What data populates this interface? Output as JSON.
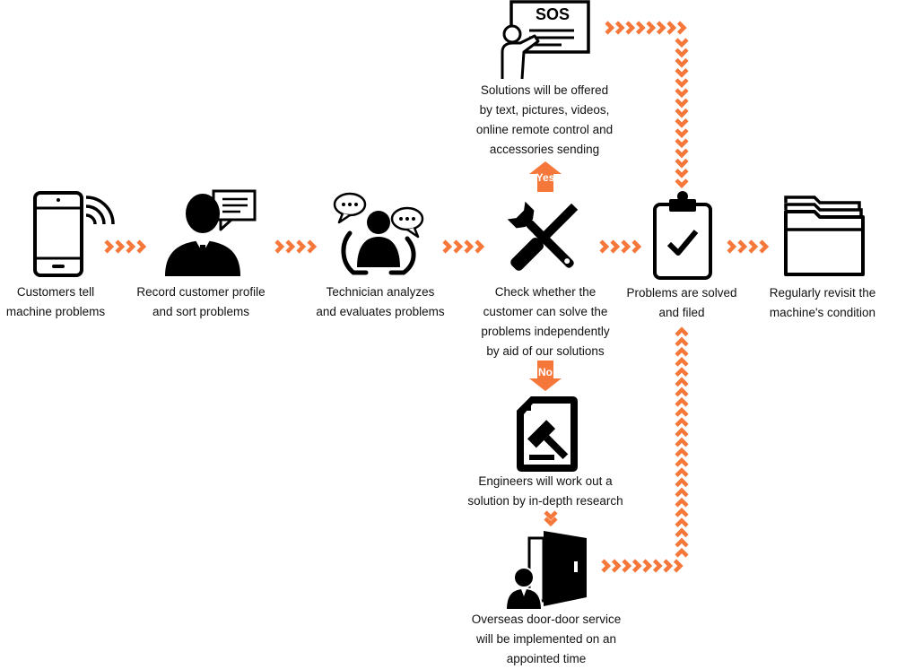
{
  "accent_color": "#F5783A",
  "icon_color": "#000000",
  "steps": {
    "customers_tell": "Customers tell\nmachine problems",
    "record_profile": "Record customer profile\nand sort problems",
    "technician": "Technician analyzes\nand evaluates problems",
    "check": "Check whether the\ncustomer can solve the\nproblems independently\nby aid of our solutions",
    "solved": "Problems are solved\nand filed",
    "revisit": "Regularly revisit the\nmachine's condition",
    "solutions": "Solutions will be offered\nby text, pictures, videos,\nonline remote control and\naccessories sending",
    "engineers": "Engineers will work out a\nsolution by in-depth research",
    "door_service": "Overseas door-door service\nwill be implemented on an\nappointed time"
  },
  "sos_text": "SOS",
  "branches": {
    "yes": "Yes",
    "no": "No"
  },
  "icons": {
    "phone": "smartphone-signal-icon",
    "profile": "businessman-message-icon",
    "technician": "technician-call-icon",
    "tools": "wrench-screwdriver-icon",
    "clipboard": "clipboard-check-icon",
    "folder": "folder-icon",
    "sos": "sos-presentation-icon",
    "research": "document-hammer-icon",
    "door": "door-service-icon"
  }
}
